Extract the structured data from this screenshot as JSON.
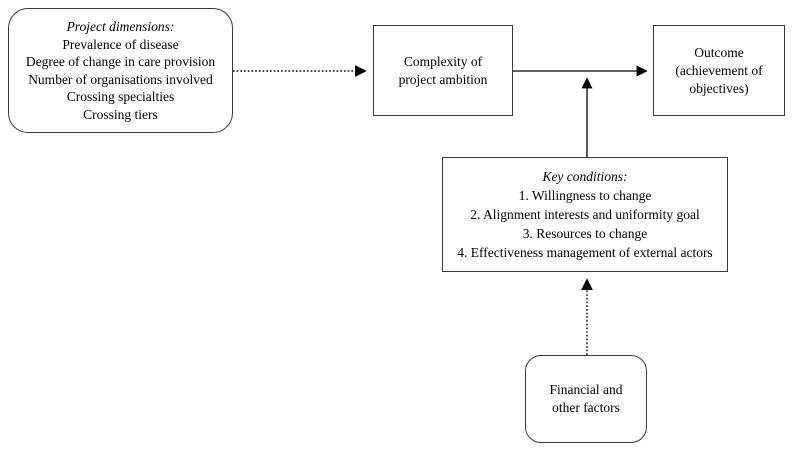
{
  "diagram": {
    "background_color": "#ffffff",
    "node_border_color": "#3a3a3a",
    "arrow_color": "#000000",
    "nodes": {
      "project_dimensions": {
        "shape": "rounded",
        "title": "Project dimensions:",
        "items": [
          "Prevalence of disease",
          "Degree of change in care provision",
          "Number of organisations involved",
          "Crossing specialties",
          "Crossing tiers"
        ]
      },
      "complexity": {
        "shape": "rectangle",
        "line1": "Complexity of",
        "line2": "project ambition"
      },
      "outcome": {
        "shape": "rectangle",
        "line1": "Outcome",
        "line2": "(achievement of",
        "line3": "objectives)"
      },
      "key_conditions": {
        "shape": "rectangle",
        "title": "Key conditions:",
        "items": [
          "1. Willingness to change",
          "2. Alignment interests and uniformity goal",
          "3. Resources to change",
          "4. Effectiveness management of external actors"
        ]
      },
      "financial": {
        "shape": "rounded",
        "line1": "Financial and",
        "line2": "other factors"
      }
    },
    "edges": [
      {
        "from": "project_dimensions",
        "to": "complexity",
        "style": "dotted",
        "direction": "right"
      },
      {
        "from": "complexity",
        "to": "outcome",
        "style": "solid",
        "direction": "right"
      },
      {
        "from": "key_conditions",
        "to": "complexity_outcome_arrow",
        "style": "solid",
        "direction": "up"
      },
      {
        "from": "financial",
        "to": "key_conditions",
        "style": "dotted",
        "direction": "up"
      }
    ]
  }
}
